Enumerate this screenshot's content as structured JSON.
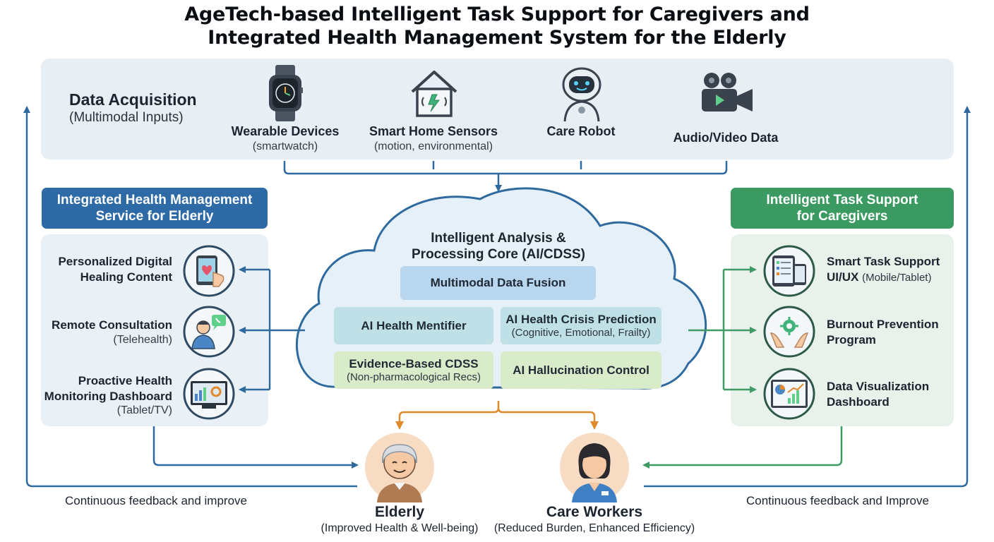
{
  "title": {
    "line1": "AgeTech-based Intelligent Task Support for Caregivers and",
    "line2": "Integrated Health Management System for the Elderly"
  },
  "acquisition": {
    "heading": "Data Acquisition",
    "subheading": "(Multimodal Inputs)",
    "inputs": [
      {
        "label": "Wearable Devices",
        "sub": "(smartwatch)",
        "icon": "smartwatch-icon"
      },
      {
        "label": "Smart Home Sensors",
        "sub": "(motion, environmental)",
        "icon": "smart-home-icon"
      },
      {
        "label": "Care Robot",
        "sub": "",
        "icon": "care-robot-icon"
      },
      {
        "label": "Audio/Video Data",
        "sub": "",
        "icon": "video-camera-icon"
      }
    ]
  },
  "left_service": {
    "header_line1": "Integrated Health Management",
    "header_line2": "Service for Elderly",
    "items": [
      {
        "line1": "Personalized Digital",
        "line2": "Healing Content",
        "sub": "",
        "icon": "tablet-heart-icon"
      },
      {
        "line1": "Remote Consultation",
        "line2": "",
        "sub": "(Telehealth)",
        "icon": "doctor-chat-icon"
      },
      {
        "line1": "Proactive Health",
        "line2": "Monitoring Dashboard",
        "sub": "(Tablet/TV)",
        "icon": "monitor-dashboard-icon"
      }
    ]
  },
  "right_service": {
    "header_line1": "Intelligent Task Support",
    "header_line2": "for Caregivers",
    "items": [
      {
        "line1": "Smart Task Support",
        "line2": "UI/UX",
        "inline_sub": "(Mobile/Tablet)",
        "icon": "mobile-tablet-icon"
      },
      {
        "line1": "Burnout Prevention",
        "line2": "Program",
        "inline_sub": "",
        "icon": "hands-gear-icon"
      },
      {
        "line1": "Data Visualization",
        "line2": "Dashboard",
        "inline_sub": "",
        "icon": "chart-dashboard-icon"
      }
    ]
  },
  "core": {
    "title_line1": "Intelligent Analysis &",
    "title_line2": "Processing Core (AI/CDSS)",
    "fusion": "Multimodal Data Fusion",
    "mentifier": "AI Health Mentifier",
    "crisis": "AI Health Crisis Prediction",
    "crisis_sub": "(Cognitive, Emotional, Frailty)",
    "cdss": "Evidence-Based CDSS",
    "cdss_sub": "(Non-pharmacological Recs)",
    "hallucination": "AI Hallucination Control"
  },
  "outcomes": {
    "elderly": {
      "label": "Elderly",
      "sub": "(Improved Health & Well-being)",
      "icon": "elderly-avatar-icon"
    },
    "workers": {
      "label": "Care Workers",
      "sub": "(Reduced Burden, Enhanced Efficiency)",
      "icon": "care-worker-avatar-icon"
    }
  },
  "feedback": {
    "left": "Continuous feedback and improve",
    "right": "Continuous feedback and Improve"
  },
  "colors": {
    "blue_arrow": "#2f6a9e",
    "green_arrow": "#3f9a66",
    "orange_arrow": "#e08a2c"
  }
}
